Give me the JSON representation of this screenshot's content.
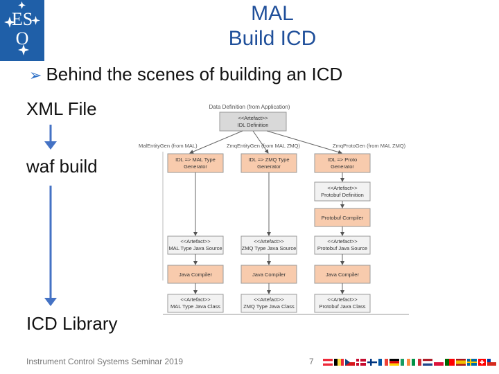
{
  "logo": {
    "text": "ESO"
  },
  "title": {
    "line1": "MAL",
    "line2": "Build ICD"
  },
  "bullet": {
    "text": "Behind the scenes of building an ICD"
  },
  "left_labels": {
    "xml_file": "XML File",
    "waf_build": "waf build",
    "icd_library": "ICD Library"
  },
  "footer": {
    "seminar": "Instrument Control Systems Seminar 2019",
    "page": "7"
  },
  "colors": {
    "title": "#1f4f9a",
    "logo_bg": "#1f5fa8",
    "arrow": "#4472c4",
    "node_grey": "#d9d9d9",
    "node_orange": "#f8cbad",
    "node_light": "#f2f2f2"
  },
  "diagram": {
    "top_caption": "Data Definition (from Application)",
    "root": {
      "line1": "<<Artefact>>",
      "line2": "IDL Definition"
    },
    "edge_labels": {
      "left": "MalEntityGen (from MAL)",
      "middle": "ZmqEntityGen (from MAL ZMQ)",
      "right": "ZmqProtoGen (from MAL ZMQ)"
    },
    "generators": [
      {
        "line1": "IDL => MAL Type",
        "line2": "Generator"
      },
      {
        "line1": "IDL => ZMQ Type",
        "line2": "Generator"
      },
      {
        "line1": "IDL => Proto",
        "line2": "Generator"
      }
    ],
    "proto_definition": {
      "line1": "<<Artefact>>",
      "line2": "Protobuf Definition"
    },
    "protobuf_compiler": "Protobuf Compiler",
    "sources": [
      {
        "line1": "<<Artefact>>",
        "line2": "MAL Type Java Source"
      },
      {
        "line1": "<<Artefact>>",
        "line2": "ZMQ Type Java Source"
      },
      {
        "line1": "<<Artefact>>",
        "line2": "Protobuf Java Source"
      }
    ],
    "compilers": [
      "Java Compiler",
      "Java Compiler",
      "Java Compiler"
    ],
    "classes": [
      {
        "line1": "<<Artefact>>",
        "line2": "MAL Type Java Class"
      },
      {
        "line1": "<<Artefact>>",
        "line2": "ZMQ Type Java Class"
      },
      {
        "line1": "<<Artefact>>",
        "line2": "Protobuf Java Class"
      }
    ]
  }
}
